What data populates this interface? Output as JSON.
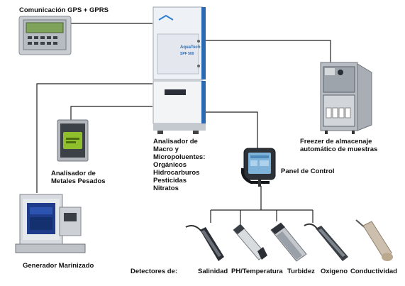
{
  "labels": {
    "gps": "Comunicación GPS + GPRS",
    "freezer": "Freezer de almacenaje\nautomático de muestras",
    "analyzer_macro": "Analisador de\nMacro y\nMicropoluentes:\nOrgánicos\nHidrocarburos\nPesticidas\nNitratos",
    "heavy_metals": "Analisador de\nMetales Pesados",
    "control_panel": "Panel de Control",
    "generator": "Generador Marinizado",
    "detectors_title": "Detectores de:"
  },
  "detectors": [
    "Salinidad",
    "PH/Temperatura",
    "Turbidez",
    "Oxigeno",
    "Conductividad"
  ],
  "cabinet_brand": "AquaTech",
  "cabinet_model": "SPF 500",
  "colors": {
    "wire": "#222222",
    "cabinet": "#e9ecf1",
    "cabinet_accent": "#1f5fa8",
    "metal": "#9aa0a8",
    "screen_green": "#8fbf2a",
    "generator_blue": "#1e3c8a"
  }
}
